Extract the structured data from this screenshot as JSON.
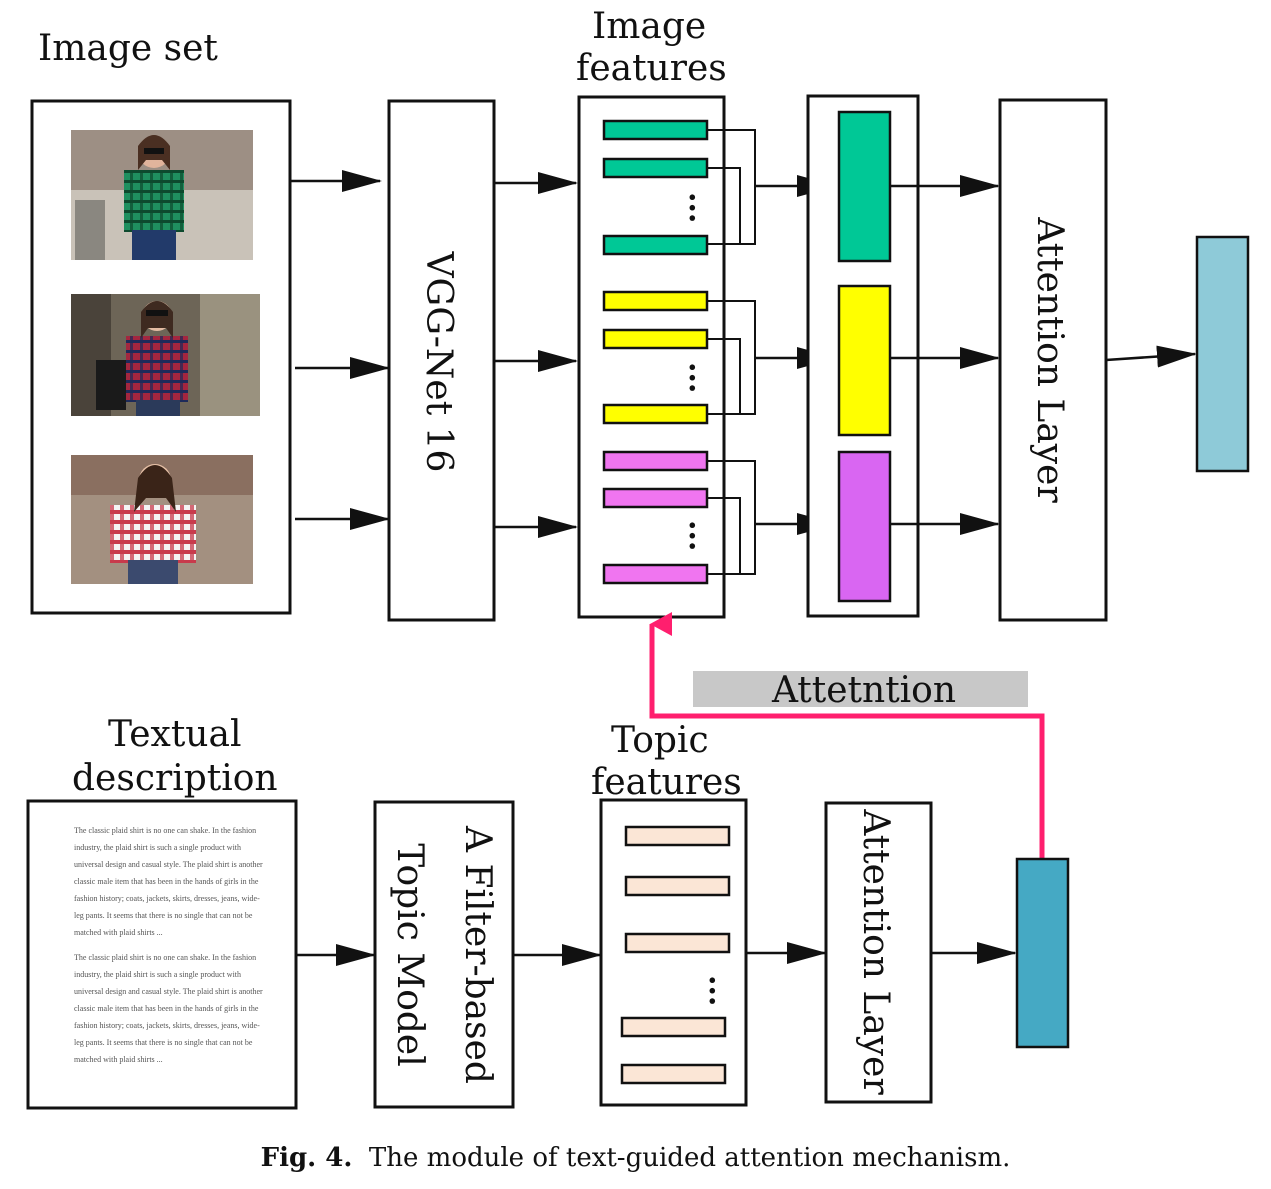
{
  "labels": {
    "image_set": "Image set",
    "image_features_1": "Image",
    "image_features_2": "features",
    "vgg": "VGG-Net 16",
    "attention_layer_top": "Attention Layer",
    "attention_tag": "Attetntion",
    "textual_1": "Textual",
    "textual_2": "description",
    "topic_1": "Topic",
    "topic_2": "features",
    "filter_1": "A Filter-based",
    "filter_2": "Topic Model",
    "attention_layer_bottom": "Attention Layer",
    "ellipsis": "..."
  },
  "paragraph_lines": [
    "The classic plaid shirt is no one can shake. In the fashion",
    "industry, the plaid shirt is such a single product with",
    "universal design and casual style. The plaid shirt is another",
    "classic male item that has been in the hands of girls in the",
    "fashion history; coats, jackets, skirts, dresses, jeans, wide-",
    "leg pants. It seems that there is no single that can not be",
    "matched with plaid shirts ..."
  ],
  "caption": {
    "prefix": "Fig. 4.",
    "text": "The module of text-guided attention mechanism."
  },
  "colors": {
    "green": "#00c896",
    "yellow": "#ffff00",
    "magenta": "#f075f0",
    "purple": "#d966f2",
    "peach": "#fbe6d6",
    "light_blue": "#8ecad8",
    "teal": "#45a9c4",
    "pink_arrow": "#ff1f6e",
    "gray_tag": "#c8c8c8"
  },
  "photos": [
    {
      "name": "photo-green-plaid",
      "shirt": "#1f8f5f",
      "bg": "#b9b4ab"
    },
    {
      "name": "photo-red-plaid",
      "shirt": "#a3263f",
      "bg": "#6d6557"
    },
    {
      "name": "photo-red-white-plaid",
      "shirt": "#c83a4c",
      "bg": "#a39080"
    }
  ]
}
